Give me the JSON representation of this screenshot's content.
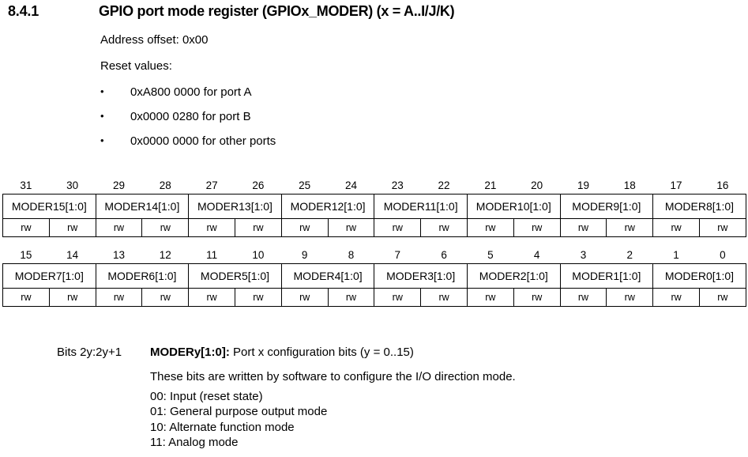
{
  "heading": {
    "number": "8.4.1",
    "title": "GPIO port mode register (GPIOx_MODER) (x = A..I/J/K)"
  },
  "intro": {
    "address_offset": "Address offset: 0x00",
    "reset_values_label": "Reset values:",
    "reset_values": [
      "0xA800 0000 for port A",
      "0x0000 0280 for port B",
      "0x0000 0000 for other ports"
    ]
  },
  "register_table_high": {
    "bit_numbers": [
      "31",
      "30",
      "29",
      "28",
      "27",
      "26",
      "25",
      "24",
      "23",
      "22",
      "21",
      "20",
      "19",
      "18",
      "17",
      "16"
    ],
    "fields": [
      "MODER15[1:0]",
      "MODER14[1:0]",
      "MODER13[1:0]",
      "MODER12[1:0]",
      "MODER11[1:0]",
      "MODER10[1:0]",
      "MODER9[1:0]",
      "MODER8[1:0]"
    ],
    "access": [
      "rw",
      "rw",
      "rw",
      "rw",
      "rw",
      "rw",
      "rw",
      "rw",
      "rw",
      "rw",
      "rw",
      "rw",
      "rw",
      "rw",
      "rw",
      "rw"
    ]
  },
  "register_table_low": {
    "bit_numbers": [
      "15",
      "14",
      "13",
      "12",
      "11",
      "10",
      "9",
      "8",
      "7",
      "6",
      "5",
      "4",
      "3",
      "2",
      "1",
      "0"
    ],
    "fields": [
      "MODER7[1:0]",
      "MODER6[1:0]",
      "MODER5[1:0]",
      "MODER4[1:0]",
      "MODER3[1:0]",
      "MODER2[1:0]",
      "MODER1[1:0]",
      "MODER0[1:0]"
    ],
    "access": [
      "rw",
      "rw",
      "rw",
      "rw",
      "rw",
      "rw",
      "rw",
      "rw",
      "rw",
      "rw",
      "rw",
      "rw",
      "rw",
      "rw",
      "rw",
      "rw"
    ]
  },
  "bit_description": {
    "bits_label": "Bits 2y:2y+1",
    "field_name": "MODERy[1:0]:",
    "field_summary": "Port x configuration bits (y = 0..15)",
    "detail": "These bits are written by software to configure the I/O direction mode.",
    "values": [
      "00: Input (reset state)",
      "01: General purpose output mode",
      "10: Alternate function mode",
      "11: Analog mode"
    ]
  }
}
